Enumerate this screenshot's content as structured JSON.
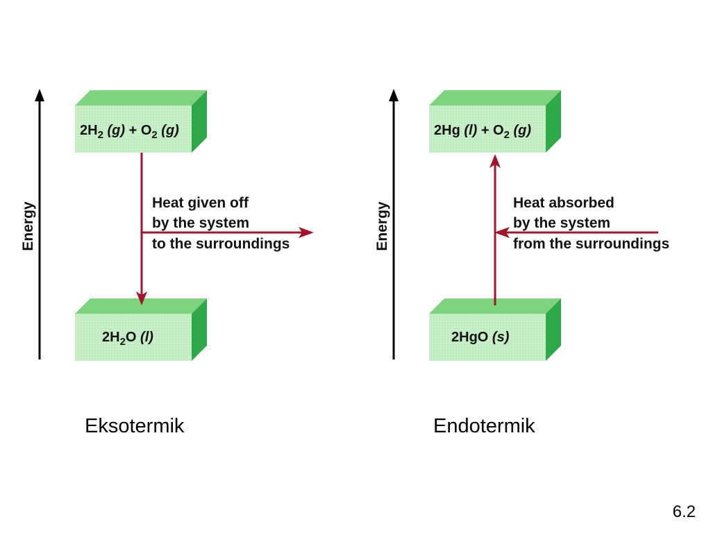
{
  "colors": {
    "box_front": "#c8f0c8",
    "box_top": "#7ed47e",
    "box_side": "#2fa84a",
    "arrow": "#a0142c",
    "axis": "#000000"
  },
  "exothermic": {
    "axis_label": "Energy",
    "top_box": {
      "prefix": "2H",
      "sub1": "2",
      "state1": "(g)",
      "plus": "+ O",
      "sub2": "2",
      "state2": "(g)"
    },
    "bottom_box": {
      "prefix": "2H",
      "sub1": "2",
      "rest": "O",
      "state": "(l)"
    },
    "heat_lines": [
      "Heat given off",
      "by the system",
      "to the surroundings"
    ],
    "caption": "Eksotermik"
  },
  "endothermic": {
    "axis_label": "Energy",
    "top_box": {
      "prefix": "2Hg",
      "state1": "(l)",
      "plus": "+ O",
      "sub2": "2",
      "state2": "(g)"
    },
    "bottom_box": {
      "prefix": "2HgO",
      "state": "(s)"
    },
    "heat_lines": [
      "Heat absorbed",
      "by the system",
      "from the surroundings"
    ],
    "caption": "Endotermik"
  },
  "slide_number": "6.2"
}
